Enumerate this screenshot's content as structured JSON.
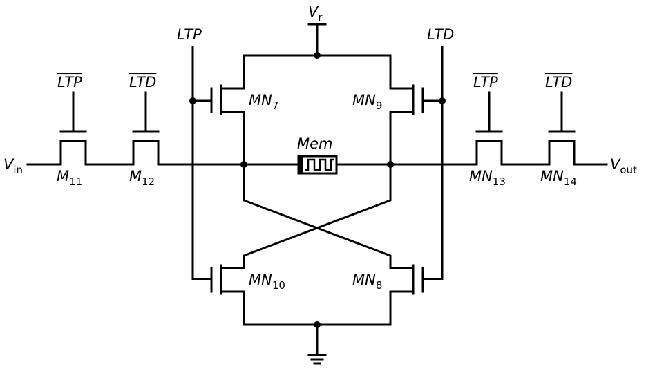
{
  "supply": {
    "base": "V",
    "sub": "r"
  },
  "input": {
    "base": "V",
    "sub": "in"
  },
  "output": {
    "base": "V",
    "sub": "out"
  },
  "control": {
    "ltp": "LTP",
    "ltd": "LTD"
  },
  "memristor": {
    "label": "Mem"
  },
  "pass_gates": [
    {
      "gate": "LTP",
      "base": "M",
      "sub": "11"
    },
    {
      "gate": "LTD",
      "base": "M",
      "sub": "12"
    },
    {
      "gate": "LTP",
      "base": "MN",
      "sub": "13"
    },
    {
      "gate": "LTD",
      "base": "MN",
      "sub": "14"
    }
  ],
  "transistors": {
    "mn7": {
      "base": "MN",
      "sub": "7"
    },
    "mn9": {
      "base": "MN",
      "sub": "9"
    },
    "mn10": {
      "base": "MN",
      "sub": "10"
    },
    "mn8": {
      "base": "MN",
      "sub": "8"
    }
  }
}
